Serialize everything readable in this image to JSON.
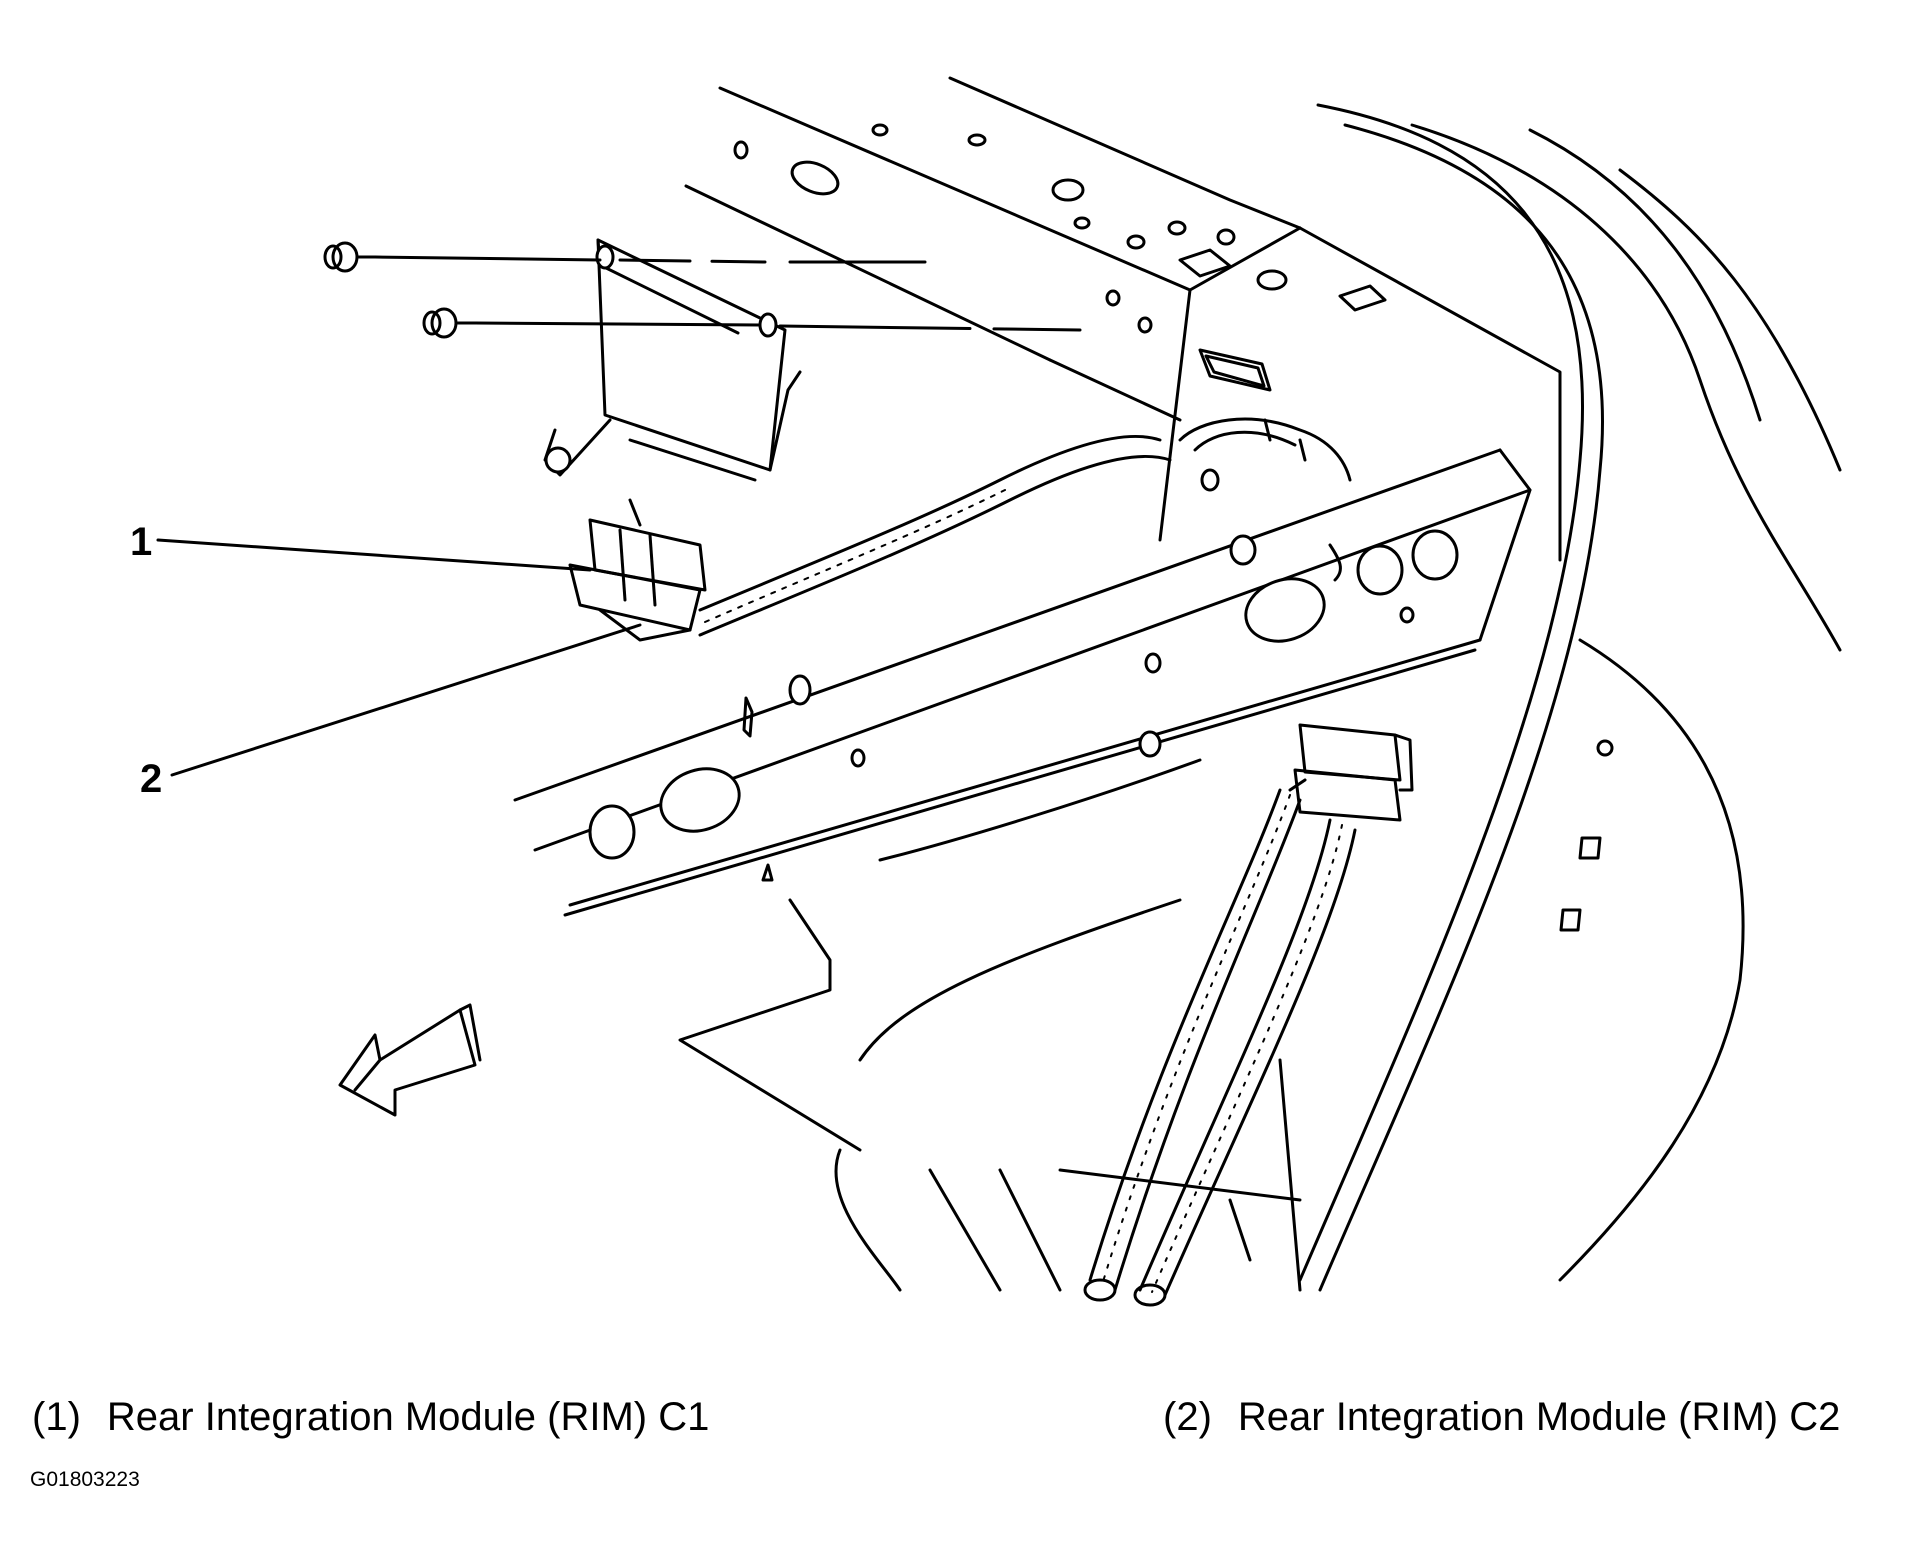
{
  "callouts": [
    {
      "id": "1",
      "number": "1"
    },
    {
      "id": "2",
      "number": "2"
    }
  ],
  "legend": [
    {
      "num": "(1)",
      "text": "Rear Integration Module (RIM) C1"
    },
    {
      "num": "(2)",
      "text": "Rear Integration Module (RIM) C2"
    }
  ],
  "figure_id": "G01803223"
}
